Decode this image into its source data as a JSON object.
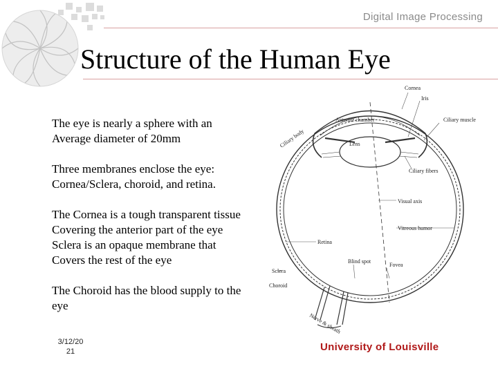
{
  "header": {
    "course_title": "Digital Image Processing"
  },
  "slide": {
    "title": "Structure of the Human Eye",
    "paragraphs": [
      {
        "lines": [
          "The eye is nearly a sphere with an",
          "Average diameter of 20mm"
        ]
      },
      {
        "lines": [
          "Three membranes enclose the eye:",
          "Cornea/Sclera, choroid, and retina."
        ]
      },
      {
        "lines": [
          "The Cornea is a tough transparent tissue",
          "Covering the anterior part of the eye",
          "Sclera is an opaque membrane that",
          "Covers the rest of the eye"
        ]
      },
      {
        "lines": [
          "The Choroid has the blood supply to the",
          "eye"
        ]
      }
    ]
  },
  "footer": {
    "date": "3/12/20",
    "page_number": "21",
    "university": "University of Louisville"
  },
  "diagram_labels": {
    "cornea": "Cornea",
    "iris": "Iris",
    "ciliary_muscle": "Ciliary muscle",
    "ciliary_body": "Ciliary body",
    "anterior_chamber": "Anterior chamber",
    "lens": "Lens",
    "ciliary_fibers": "Ciliary fibers",
    "visual_axis": "Visual axis",
    "vitreous_humor": "Vitreous humor",
    "retina": "Retina",
    "blind_spot": "Blind spot",
    "fovea": "Fovea",
    "sclera": "Sclera",
    "choroid": "Choroid",
    "nerve_sheath": "Nerve & sheath"
  },
  "colors": {
    "accent": "#b01818",
    "rule": "#d9a0a0",
    "header_gray": "#8a8a8a"
  }
}
